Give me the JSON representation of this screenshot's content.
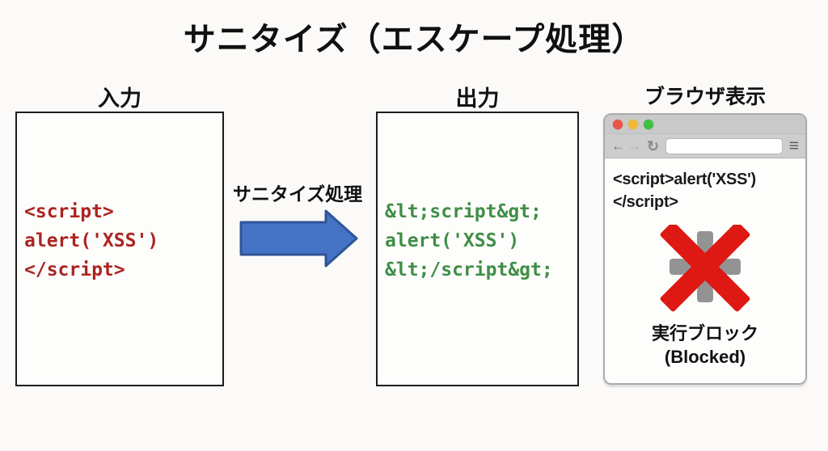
{
  "title": "サニタイズ（エスケープ処理）",
  "input_panel": {
    "label": "入力",
    "code_lines": [
      "<script>",
      "alert('XSS')",
      "</script>"
    ],
    "code_color": "#ab2420"
  },
  "transform": {
    "label": "サニタイズ処理",
    "arrow_fill": "#4472c4",
    "arrow_stroke": "#2f5597"
  },
  "output_panel": {
    "label": "出力",
    "code_lines": [
      "&lt;script&gt;",
      "alert('XSS')",
      "&lt;/script&gt;"
    ],
    "code_color": "#3f8e46"
  },
  "browser_panel": {
    "label": "ブラウザ表示",
    "traffic_lights": {
      "close": "#e8544a",
      "minimize": "#f0b93a",
      "zoom": "#3fc043"
    },
    "toolbar": {
      "back_icon": "←",
      "forward_icon": "→",
      "reload_icon": "↻",
      "menu_icon": "≡",
      "url_value": ""
    },
    "content_lines": [
      "<script>alert('XSS')",
      "</script>"
    ],
    "blocked": {
      "gear_color": "#939393",
      "x_color": "#de1812",
      "line1": "実行ブロック",
      "line2": "(Blocked)"
    }
  }
}
